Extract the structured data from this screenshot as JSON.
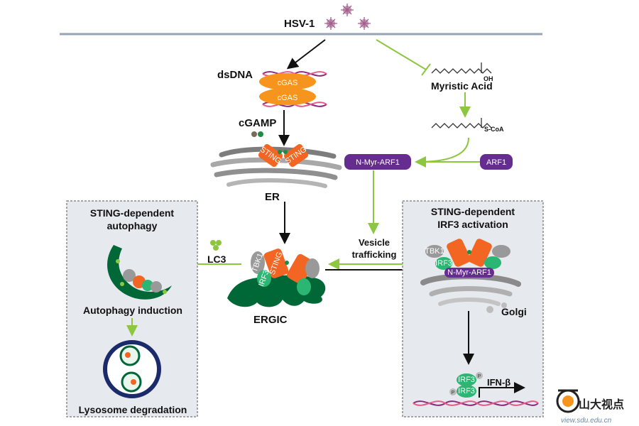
{
  "virus_label": "HSV-1",
  "dsdna_label": "dsDNA",
  "cgas_labels": [
    "cGAS",
    "cGAS"
  ],
  "cgamp_label": "cGAMP",
  "er_label": "ER",
  "sting_labels": [
    "STING",
    "STING"
  ],
  "myristic_acid_label": "Myristic Acid",
  "oh_label": "OH",
  "scoa_label": "S-CoA",
  "nmyr_arf1_label": "N-Myr-ARF1",
  "arf1_label": "ARF1",
  "vesicle_label_line1": "Vesicle",
  "vesicle_label_line2": "trafficking",
  "lc3_label": "LC3",
  "ergic_label": "ERGIC",
  "ergic_proteins": {
    "tbk1": "TBK1",
    "irf3": "IRF3",
    "sting": "STING"
  },
  "autophagy_panel": {
    "title_line1": "STING-dependent",
    "title_line2": "autophagy",
    "induction_label": "Autophagy induction",
    "degradation_label": "Lysosome degradation"
  },
  "irf3_panel": {
    "title_line1": "STING-dependent",
    "title_line2": "IRF3 activation",
    "golgi_label": "Golgi",
    "nmyr_label": "N-Myr-ARF1",
    "irf3_label": "IRF3",
    "p_label": "P",
    "ifn_label": "IFN-β"
  },
  "watermark": {
    "text": "山大视点",
    "url": "view.sdu.edu.cn"
  },
  "colors": {
    "green_arrow": "#8dc63f",
    "black_arrow": "#111111",
    "sting_orange": "#f26522",
    "cgas_orange": "#f7941d",
    "purple": "#662d91",
    "irf3_green": "#2bb673",
    "tbk1_gray": "#999999",
    "er_dark_green": "#006837",
    "panel_bg": "#e6e9ee",
    "lysosome_navy": "#1b2a6b"
  }
}
